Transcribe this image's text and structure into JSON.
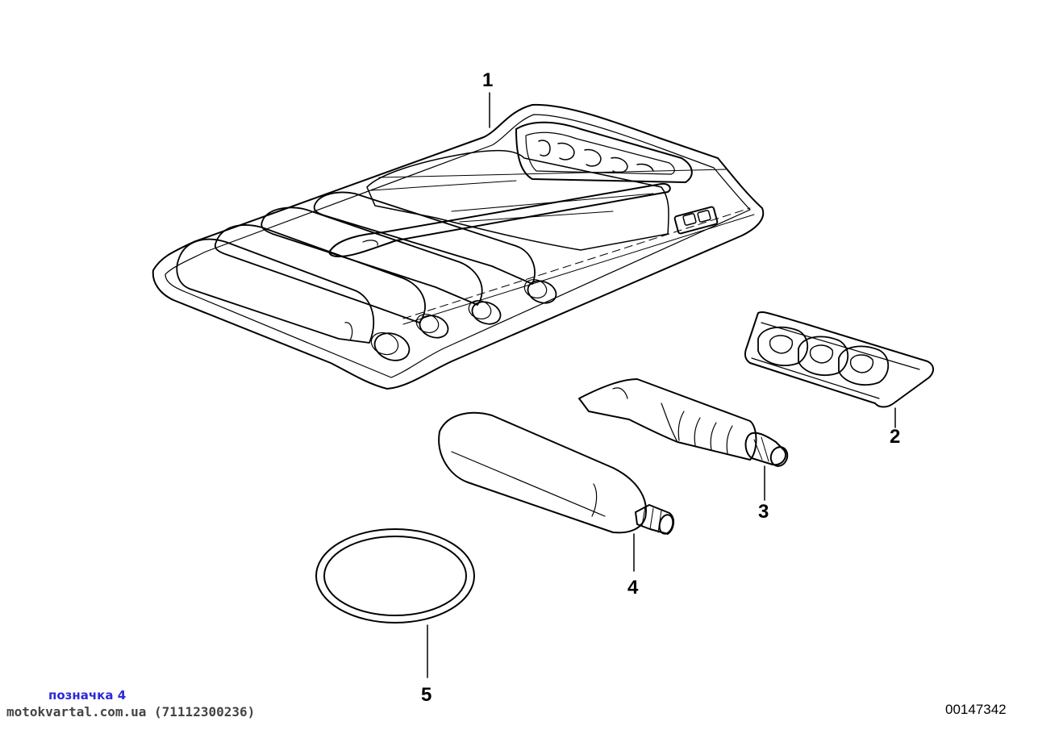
{
  "callouts": [
    {
      "number": "1",
      "part": "tool-roll-kit"
    },
    {
      "number": "2",
      "part": "patch-tray"
    },
    {
      "number": "3",
      "part": "adhesive-tube"
    },
    {
      "number": "4",
      "part": "gas-cartridge"
    },
    {
      "number": "5",
      "part": "sealing-ring"
    }
  ],
  "note_label": "позначка 4",
  "site_label": "motokvartal.com.ua (71112300236)",
  "document_id": "00147342"
}
